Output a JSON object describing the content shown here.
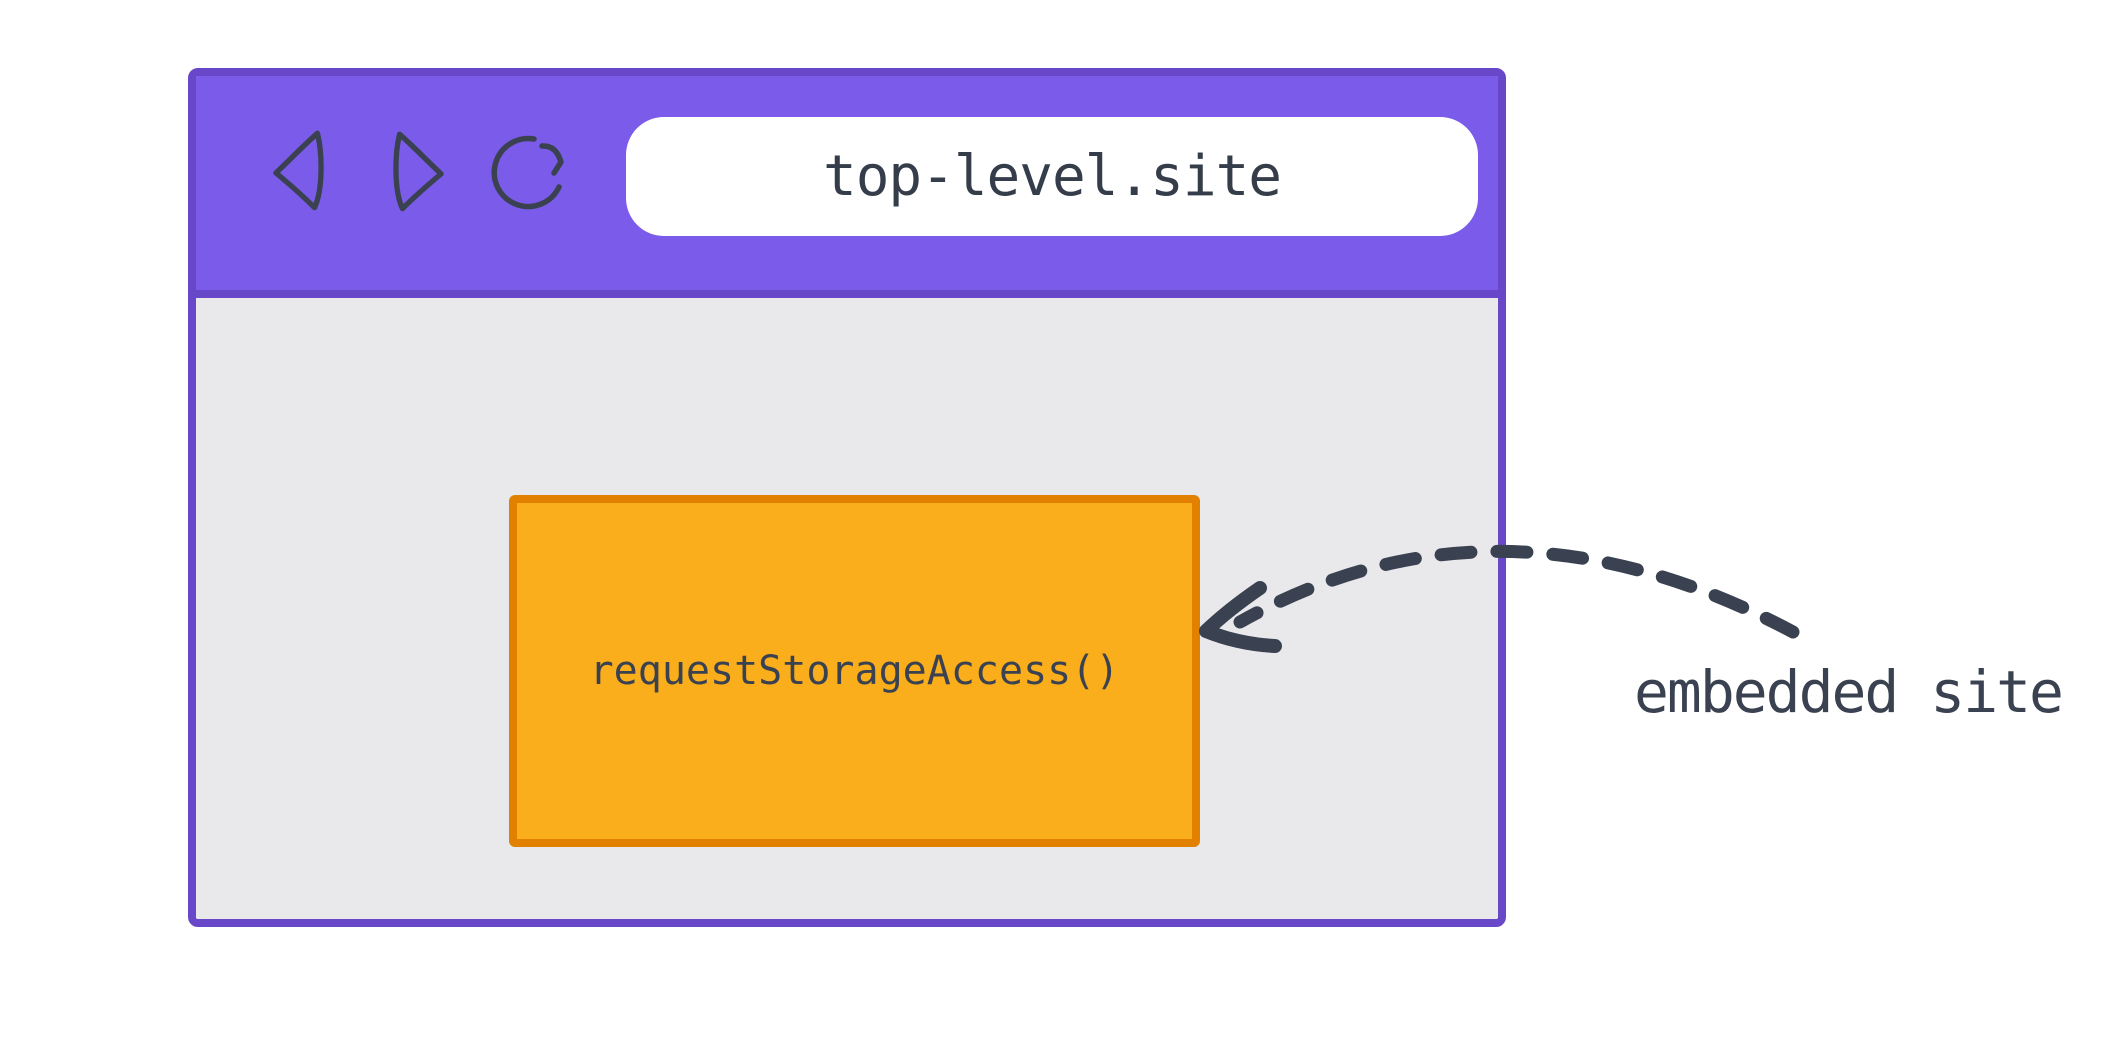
{
  "diagram": {
    "browser_window": {
      "toolbar": {
        "icons": [
          {
            "name": "back-icon",
            "glyph": "◁"
          },
          {
            "name": "forward-icon",
            "glyph": "▷"
          },
          {
            "name": "reload-icon",
            "glyph": "↻"
          }
        ],
        "url_bar": {
          "value": "top-level.site"
        }
      },
      "content": {
        "embedded_frame": {
          "label": "requestStorageAccess()"
        }
      }
    },
    "annotation": {
      "label": "embedded site",
      "arrow": {
        "style": "dashed",
        "points_to": "embedded frame"
      }
    },
    "colors": {
      "toolbar_purple": "#7b5bea",
      "window_border_purple": "#6847c9",
      "viewport_gray": "#e9e9eb",
      "frame_orange": "#faae1b",
      "frame_border_orange": "#e28000",
      "ink": "#3a4150",
      "url_bar_bg": "#ffffff",
      "page_bg": "#ffffff"
    }
  }
}
